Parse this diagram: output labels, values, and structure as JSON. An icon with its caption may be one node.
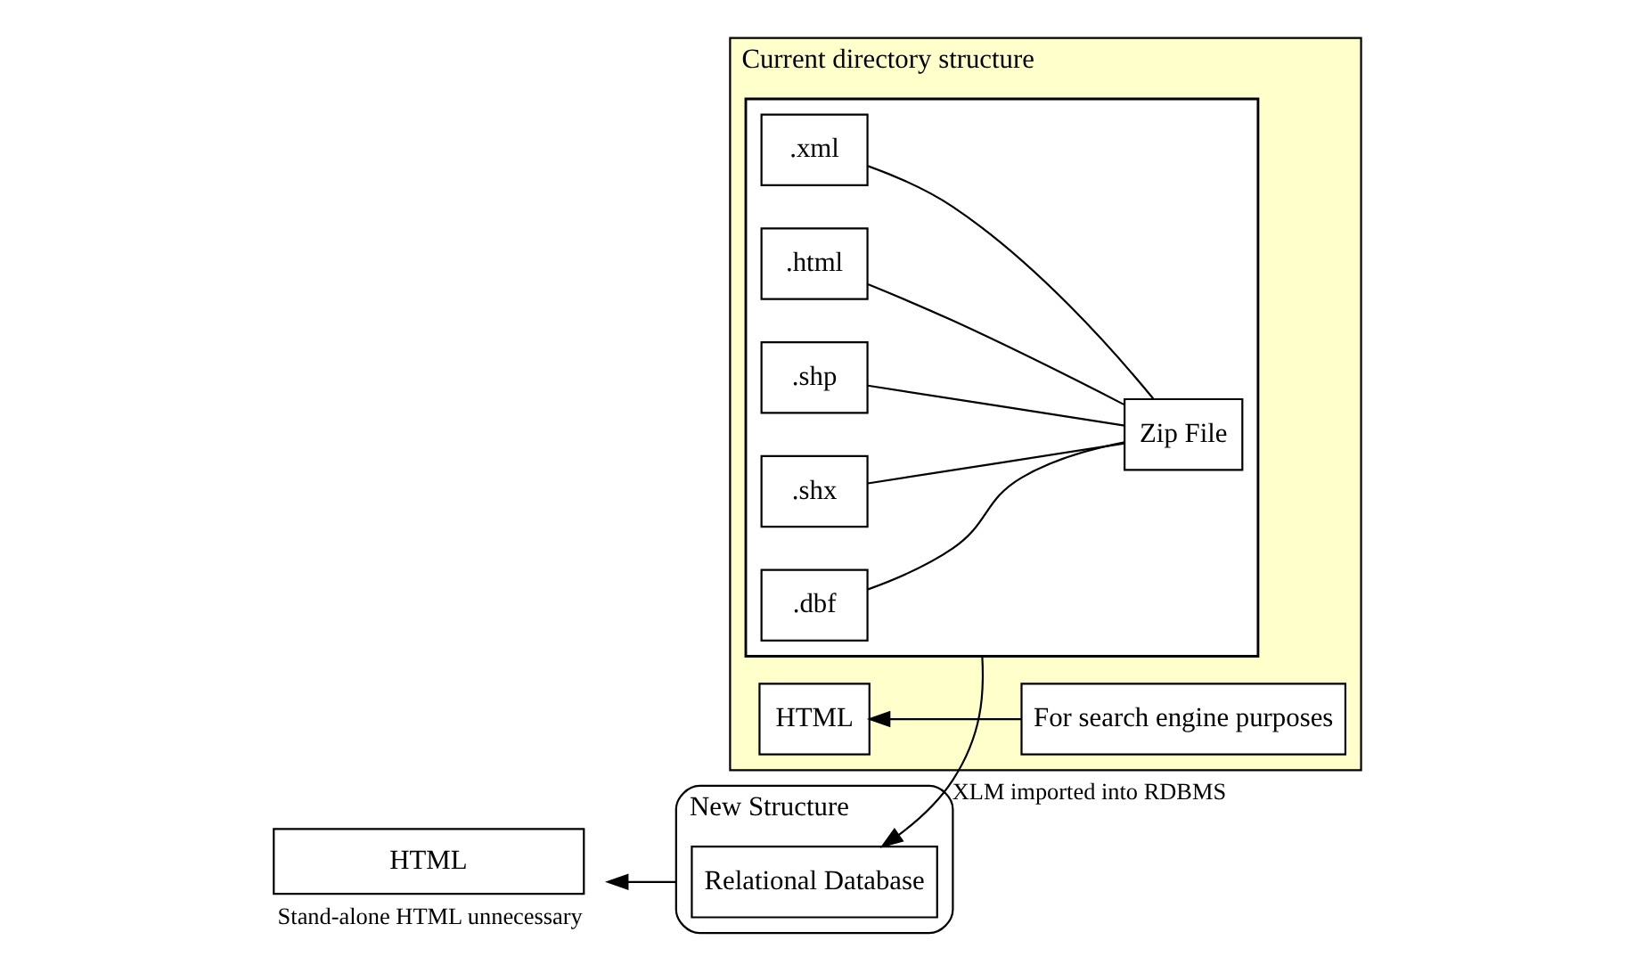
{
  "diagram": {
    "nodes": [
      {
        "text": [
          "New Structure"
        ]
      },
      {
        "text": [
          "Relational Database"
        ],
        "in": 0
      },
      {
        "text": [
          "HTML"
        ],
        "beside": [
          "Stand-alone HTML unnecessary"
        ]
      },
      {
        "text": [
          "Current directory structure"
        ]
      },
      {
        "text": [],
        "shape": "box",
        "in": 3
      },
      {
        "text": [
          "Zip File"
        ],
        "in": 4
      },
      {
        "text": [
          ".shx"
        ],
        "in": 4
      },
      {
        "text": [
          ".shp"
        ],
        "in": 4
      },
      {
        "text": [
          ".html"
        ],
        "in": 4
      },
      {
        "text": [
          ".xml"
        ],
        "in": 4
      },
      {
        "text": [
          ".dbf"
        ],
        "in": 4
      },
      {
        "text": [
          "HTML"
        ],
        "in": 3
      },
      {
        "text": [
          "For search engine purposes"
        ],
        "in": 3
      }
    ],
    "edges": [
      {
        "from": 4,
        "to": 1,
        "arrow": "to",
        "label": "XLM imported into RDBMS"
      },
      {
        "from": 0,
        "to": 2,
        "arrow": "to"
      },
      {
        "from": 5,
        "to": 6,
        "arrow": "none"
      },
      {
        "from": 5,
        "to": 7,
        "arrow": "none"
      },
      {
        "from": 5,
        "to": 10,
        "arrow": "none"
      },
      {
        "from": 5,
        "to": 8,
        "arrow": "none"
      },
      {
        "from": 5,
        "to": 9,
        "arrow": "none"
      },
      {
        "from": 12,
        "to": 11,
        "arrow": "to"
      }
    ]
  }
}
